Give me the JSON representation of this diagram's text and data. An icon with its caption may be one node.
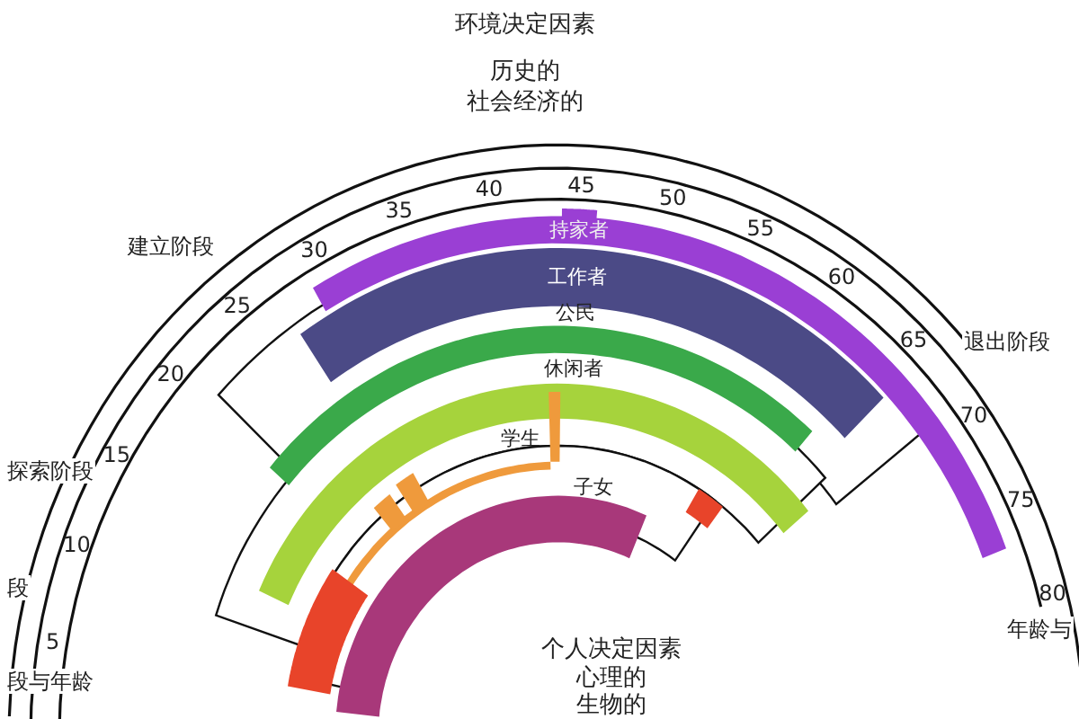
{
  "diagram": {
    "nodes": [
      {
        "text": [
          "持家者"
        ]
      },
      {
        "text": [
          "工作者"
        ]
      },
      {
        "text": [
          "公民"
        ]
      },
      {
        "text": [
          "休闲者"
        ]
      },
      {
        "text": [
          "学生"
        ]
      },
      {
        "text": [
          "子女"
        ]
      }
    ],
    "labels": [
      "环境决定因素",
      "历史的",
      "社会经济的",
      "40",
      "45",
      "35",
      "50",
      "建立阶段",
      "30",
      "55",
      "25",
      "60",
      "20",
      "65",
      "退出阶段",
      "15",
      "探索阶段",
      "70",
      "10",
      "75",
      "段",
      "5",
      "80",
      "段与年龄",
      "年龄与",
      "个人决定因素",
      "心理的",
      "生物的"
    ]
  }
}
